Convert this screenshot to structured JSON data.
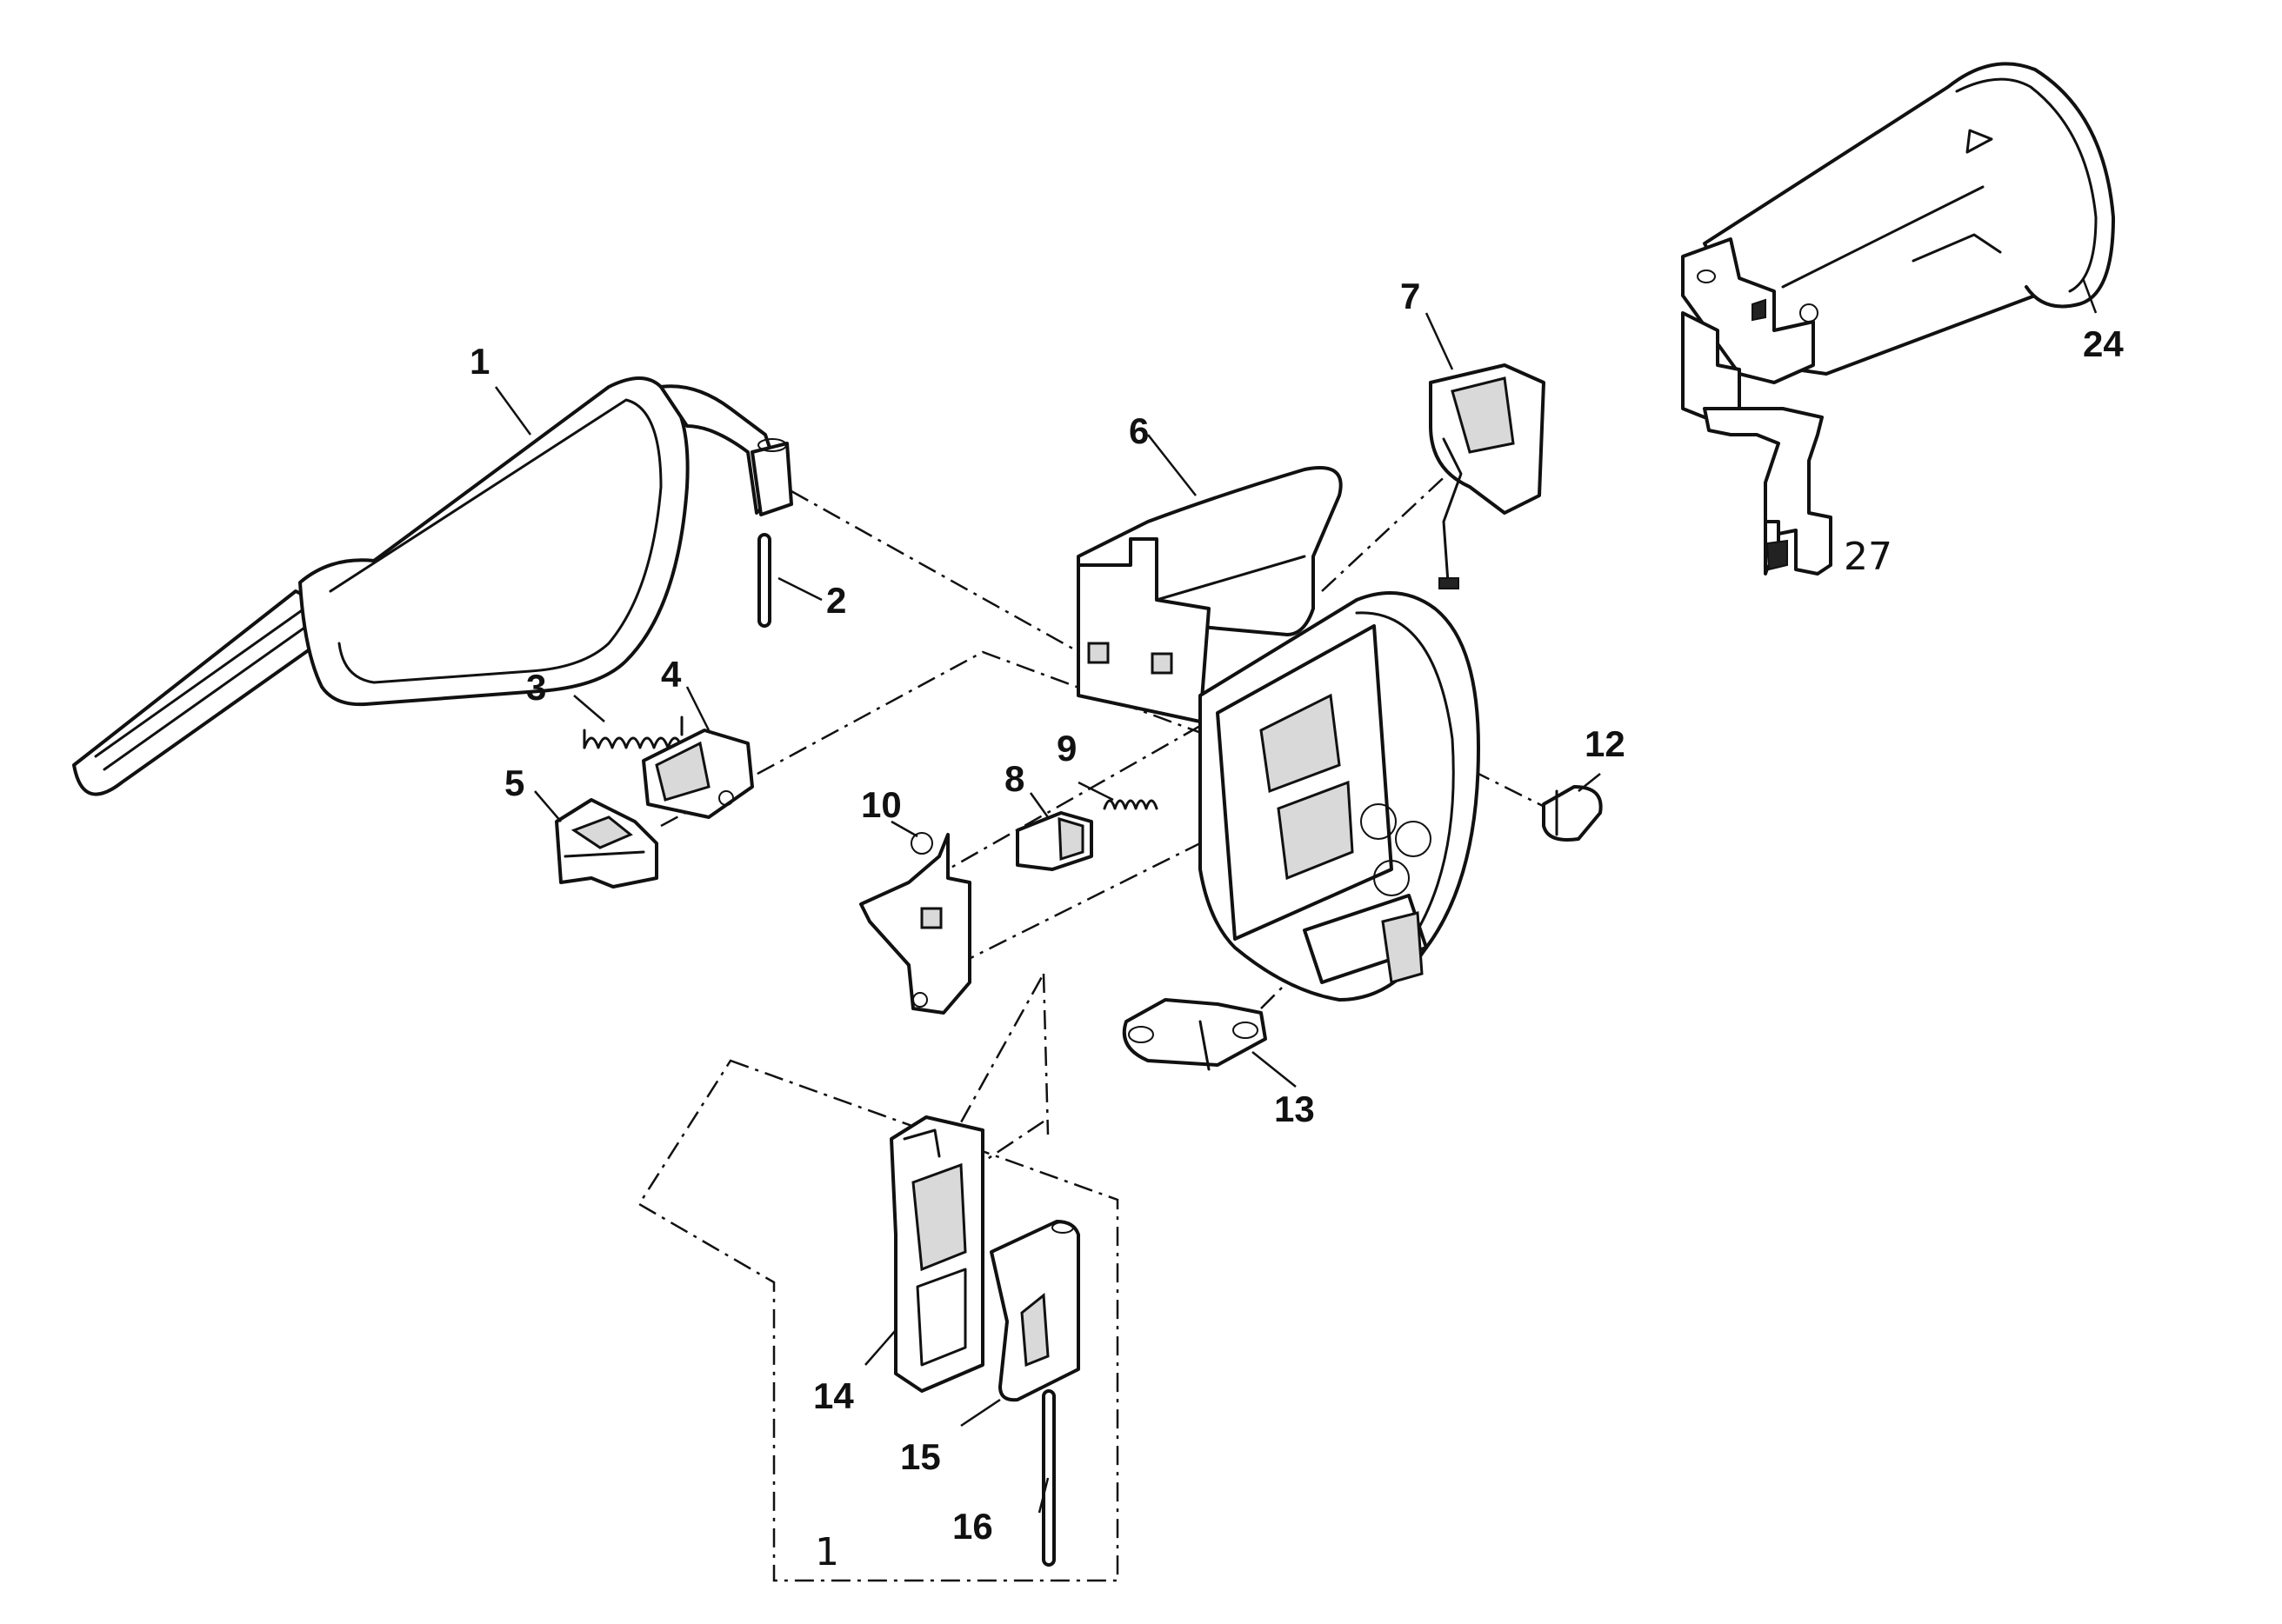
{
  "diagram": {
    "callouts": {
      "c1": "1",
      "c2": "2",
      "c3": "3",
      "c4": "4",
      "c5": "5",
      "c6": "6",
      "c7": "7",
      "c8": "8",
      "c9": "9",
      "c10": "10",
      "c12": "12",
      "c13": "13",
      "c14": "14",
      "c15": "15",
      "c16": "16",
      "c24": "24",
      "c27": "27",
      "c1_sub": "1"
    }
  }
}
